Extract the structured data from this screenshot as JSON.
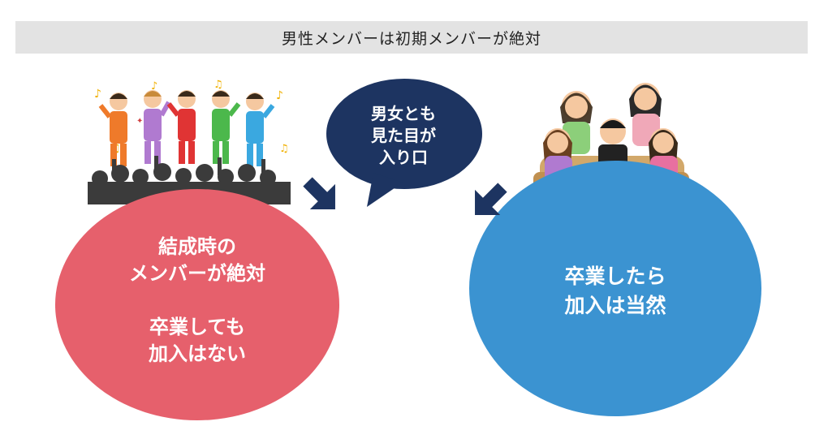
{
  "title": "男性メンバーは初期メンバーが絶対",
  "center_bubble": {
    "text": "男女とも\n見た目が\n入り口"
  },
  "left_circle": {
    "text": "結成時の\nメンバーが絶対\n\n卒業しても\n加入はない"
  },
  "right_circle": {
    "text": "卒業したら\n加入は当然"
  },
  "colors": {
    "title_bg": "#e3e3e3",
    "left_circle": "#e6606c",
    "right_circle": "#3b93d1",
    "bubble": "#1d3461",
    "arrow": "#1d3461",
    "sofa": "#d2a86a"
  },
  "illustrations": {
    "left": "male-idol-group-concert-icon",
    "right": "man-surrounded-by-women-on-sofa-icon"
  }
}
